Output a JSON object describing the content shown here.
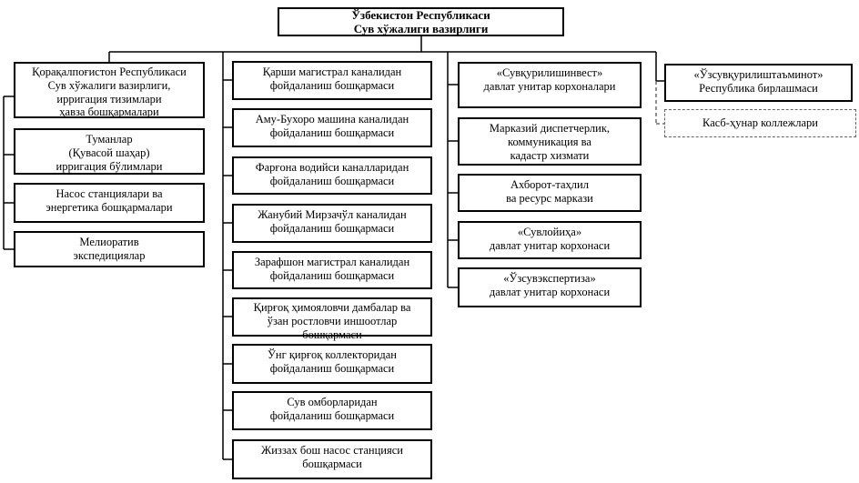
{
  "title": "Ўзбекистон Республикаси\nСув хўжалиги вазирлиги",
  "col1": [
    "Қорақалпоғистон Республикаси\nСув хўжалиги вазирлиги,\nирригация тизимлари\nҳавза бошқармалари",
    "Туманлар\n(Қувасой шаҳар)\nирригация бўлимлари",
    "Насос станциялари ва\nэнергетика бошқармалари",
    "Мелиоратив\nэкспедициялар"
  ],
  "col2": [
    "Қарши магистрал каналидан\nфойдаланиш бошқармаси",
    "Аму-Бухоро машина каналидан\nфойдаланиш бошқармаси",
    "Фарғона водийси каналларидан\nфойдаланиш бошқармаси",
    "Жанубий Мирзачўл каналидан\nфойдаланиш бошқармаси",
    "Зарафшон магистрал каналидан\nфойдаланиш бошқармаси",
    "Қирғоқ ҳимояловчи дамбалар ва\nўзан ростловчи иншоотлар\nбошқармаси",
    "Ўнг қирғоқ коллекторидан\nфойдаланиш бошқармаси",
    "Сув омборларидан\nфойдаланиш бошқармаси",
    "Жиззах бош насос станцияси\nбошқармаси"
  ],
  "col3": [
    "«Сувқурилишинвест»\nдавлат унитар корхоналари",
    "Марказий диспетчерлик,\nкоммуникация ва\nкадастр хизмати",
    "Ахборот-таҳлил\nва ресурс маркази",
    "«Сувлойиҳа»\nдавлат унитар корхонаси",
    "«Ўзсувэкспертиза»\nдавлат унитар корхонаси"
  ],
  "col4": [
    "«Ўзсувқурилиштаъминот»\nРеспублика бирлашмаси",
    "Касб-ҳунар коллежлари"
  ],
  "colors": {
    "line": "#000000",
    "dashed_line": "#555555",
    "background": "#ffffff",
    "text": "#000000"
  }
}
